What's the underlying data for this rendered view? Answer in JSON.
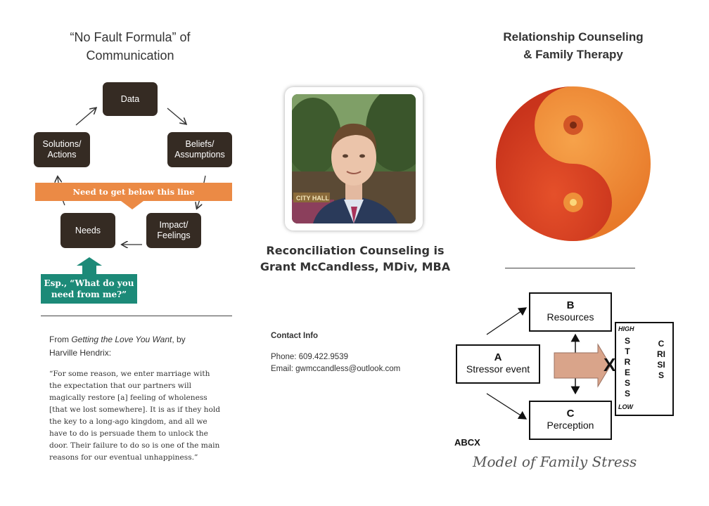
{
  "left": {
    "title": "“No Fault Formula” of Communication",
    "nodes": {
      "data": "Data",
      "beliefs": "Beliefs/\nAssumptions",
      "impact": "Impact/\nFeelings",
      "needs": "Needs",
      "solutions": "Solutions/\nActions"
    },
    "banner": "Need to get below this line",
    "esp_box": "Esp., “What do you\nneed from me?”",
    "from_prefix": "From ",
    "book_title": "Getting the Love You Want",
    "from_suffix": ", by Harville Hendrix:",
    "quote": "“For some reason, we enter marriage with the expectation that our partners will magically restore [a] feeling of wholeness [that we lost somewhere]. It is as if they hold the key to a long-ago kingdom, and all we have to do is persuade them to unlock the door. Their failure to do so is one of the main reasons for our eventual unhappiness.”",
    "colors": {
      "node": "#352b23",
      "banner": "#eb8a45",
      "teal": "#1c8a78"
    }
  },
  "center": {
    "photo_sign": "CITY HALL",
    "title_line1": "Reconciliation Counseling is",
    "title_line2": "Grant McCandless, MDiv, MBA",
    "contact_heading": "Contact Info",
    "phone": "Phone: 609.422.9539",
    "email": "Email: gwmccandless@outlook.com"
  },
  "right": {
    "title_line1": "Relationship Counseling",
    "title_line2": "& Family Therapy",
    "model": {
      "a_letter": "A",
      "a_label": "Stressor event",
      "b_letter": "B",
      "b_label": "Resources",
      "c_letter": "C",
      "c_label": "Perception",
      "x_letter": "X",
      "high": "HIGH",
      "low": "LOW",
      "stress": "STRESS",
      "crisis": "CRISIS",
      "abcx": "ABCX"
    },
    "caption": "Model of Family Stress"
  }
}
